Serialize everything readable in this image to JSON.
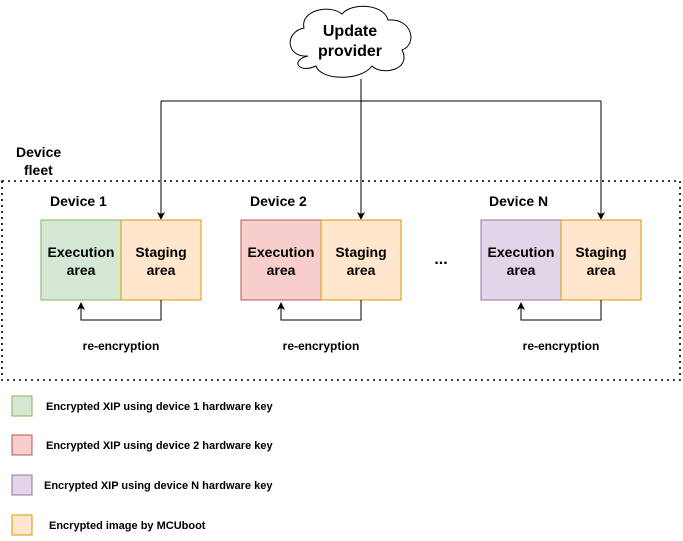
{
  "provider": {
    "line1": "Update",
    "line2": "provider"
  },
  "fleet": {
    "line1": "Device",
    "line2": "fleet"
  },
  "ellipsis": "...",
  "devices": [
    {
      "title": "Device 1",
      "exec_line1": "Execution",
      "exec_line2": "area",
      "stage_line1": "Staging",
      "stage_line2": "area",
      "reencrypt": "re-encryption",
      "exec_fill": "#d5e8d4",
      "exec_stroke": "#82b366"
    },
    {
      "title": "Device 2",
      "exec_line1": "Execution",
      "exec_line2": "area",
      "stage_line1": "Staging",
      "stage_line2": "area",
      "reencrypt": "re-encryption",
      "exec_fill": "#f8cecc",
      "exec_stroke": "#b85450"
    },
    {
      "title": "Device N",
      "exec_line1": "Execution",
      "exec_line2": "area",
      "stage_line1": "Staging",
      "stage_line2": "area",
      "reencrypt": "re-encryption",
      "exec_fill": "#e1d5e7",
      "exec_stroke": "#9673a6"
    }
  ],
  "staging_colors": {
    "fill": "#ffe6cc",
    "stroke": "#d79b00"
  },
  "legend": [
    {
      "label": "Encrypted XIP using device 1 hardware key",
      "fill": "#d5e8d4",
      "stroke": "#82b366"
    },
    {
      "label": "Encrypted XIP using device 2 hardware key",
      "fill": "#f8cecc",
      "stroke": "#b85450"
    },
    {
      "label": "Encrypted XIP using device N hardware key",
      "fill": "#e1d5e7",
      "stroke": "#9673a6"
    },
    {
      "label": "Encrypted image by MCUboot",
      "fill": "#ffe6cc",
      "stroke": "#d79b00"
    }
  ]
}
